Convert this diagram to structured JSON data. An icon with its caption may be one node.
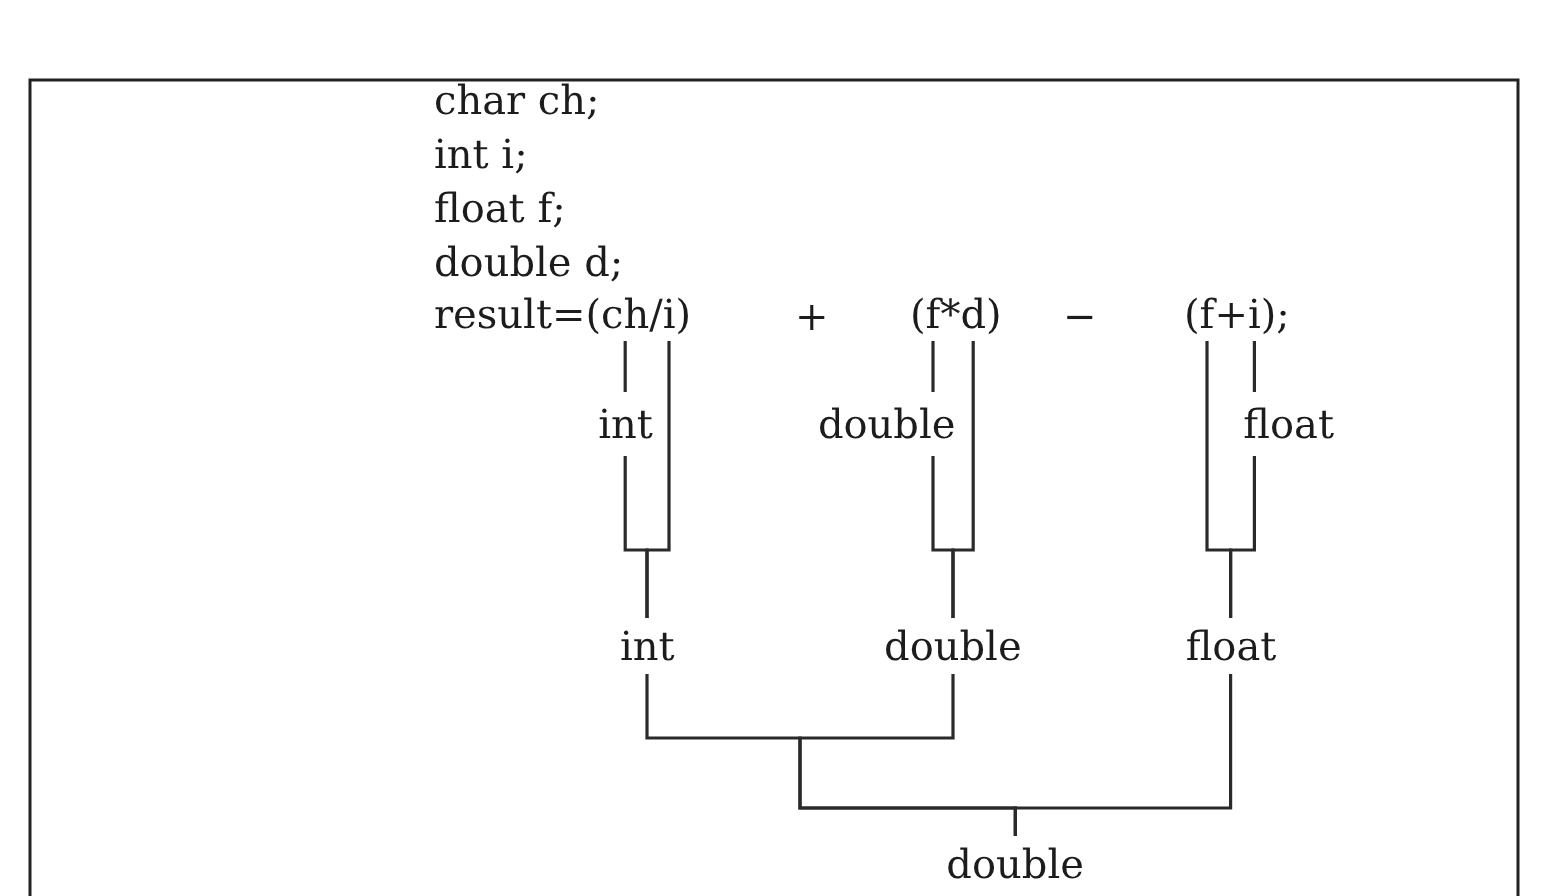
{
  "diagram": {
    "nodes": [
      {
        "text": [
          "(ch/i)"
        ]
      },
      {
        "text": [
          "(f*d)"
        ]
      },
      {
        "text": [
          "(f+i);"
        ]
      },
      {
        "text": [
          "int"
        ]
      },
      {
        "text": [
          "double"
        ]
      },
      {
        "text": [
          "float"
        ]
      },
      {
        "text": [
          "int"
        ]
      },
      {
        "text": [
          "double"
        ]
      },
      {
        "text": [
          "float"
        ]
      },
      {
        "text": [
          "double"
        ]
      }
    ],
    "edges": [
      {
        "from": 0,
        "to": 3,
        "arrow": "none"
      },
      {
        "from": 3,
        "to": 6,
        "arrow": "none"
      },
      {
        "from": 0,
        "to": 6,
        "arrow": "none"
      },
      {
        "from": 1,
        "to": 4,
        "arrow": "none"
      },
      {
        "from": 4,
        "to": 7,
        "arrow": "none"
      },
      {
        "from": 1,
        "to": 7,
        "arrow": "none"
      },
      {
        "from": 2,
        "to": 5,
        "arrow": "none"
      },
      {
        "from": 5,
        "to": 8,
        "arrow": "none"
      },
      {
        "from": 2,
        "to": 8,
        "arrow": "none"
      },
      {
        "from": 6,
        "to": 9,
        "arrow": "none"
      },
      {
        "from": 7,
        "to": 9,
        "arrow": "none"
      },
      {
        "from": 8,
        "to": 9,
        "arrow": "none"
      }
    ],
    "labels": [
      "char ch;",
      "int i;",
      "float f;",
      "double d;",
      "result=",
      "+",
      "−"
    ]
  }
}
